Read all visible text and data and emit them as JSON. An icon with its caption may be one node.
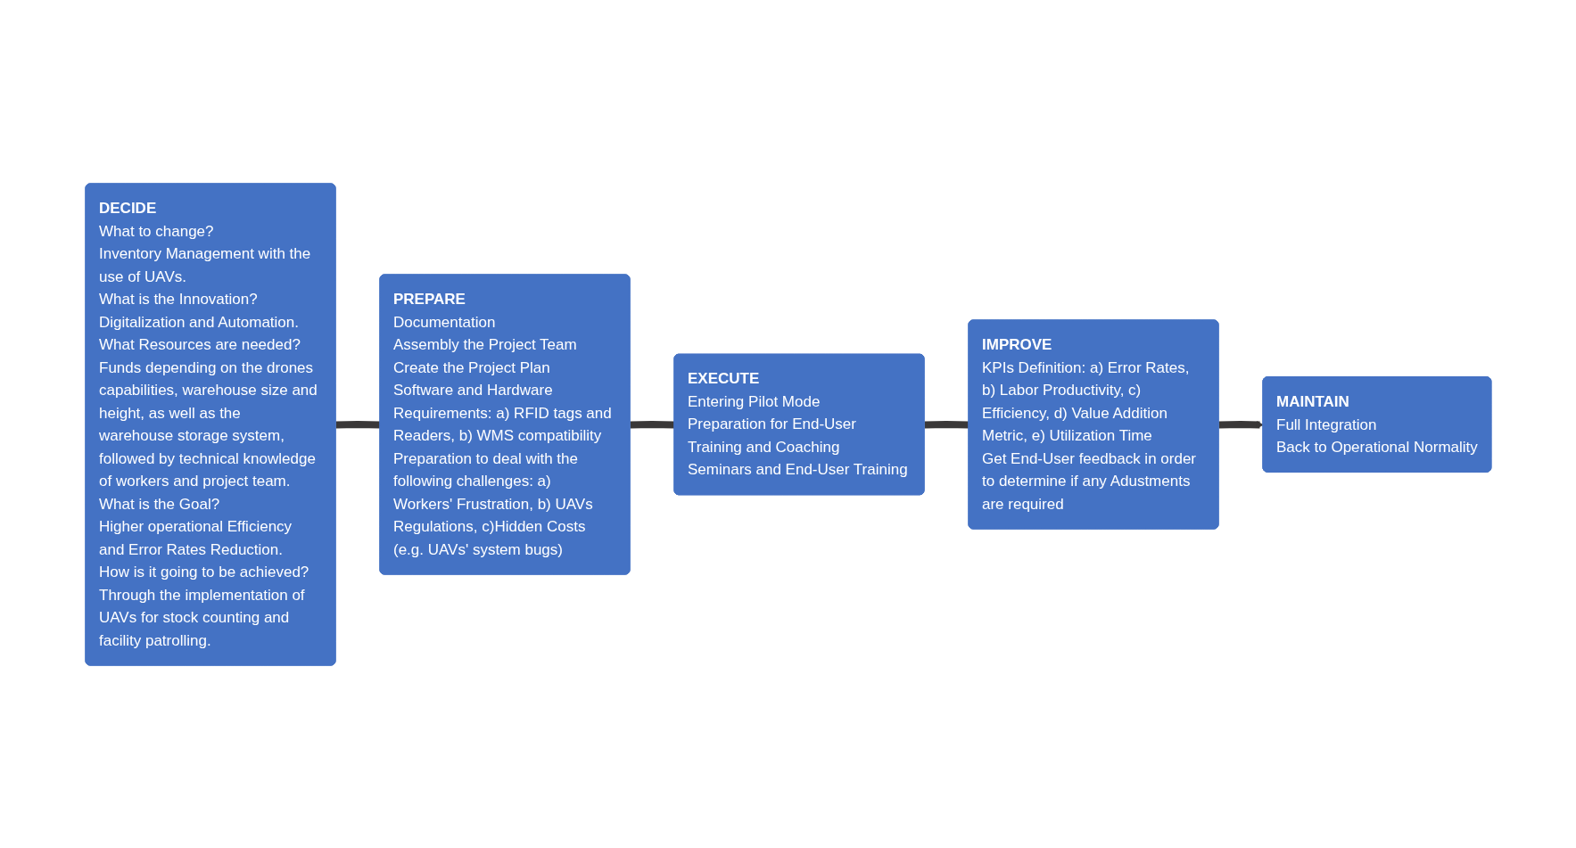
{
  "diagram": {
    "nodes": [
      {
        "text": [
          "DECIDE",
          "What to change?",
          "Inventory Management with the use of UAVs.",
          "What is the Innovation?",
          "Digitalization and Automation.",
          "What Resources are needed?",
          "Funds depending on the drones capabilities, warehouse size and height, as well as the warehouse storage system, followed by technical knowledge of workers and project team.",
          "What is the Goal?",
          "Higher operational Efficiency and Error Rates Reduction.",
          "How is it going to be achieved?",
          "Through the implementation of UAVs for stock counting and facility patrolling."
        ]
      },
      {
        "text": [
          "PREPARE",
          "Documentation",
          "Assembly the Project Team",
          "Create the Project Plan",
          "Software and Hardware Requirements: a) RFID tags and Readers, b) WMS compatibility",
          "Preparation to deal with the following challenges: a) Workers' Frustration, b) UAVs Regulations, c)Hidden Costs (e.g. UAVs' system bugs)"
        ]
      },
      {
        "text": [
          "EXECUTE",
          "Entering Pilot Mode",
          "Preparation for End-User Training and Coaching",
          "Seminars and End-User Training"
        ]
      },
      {
        "text": [
          "IMPROVE",
          "KPIs Definition: a) Error Rates, b) Labor Productivity, c) Efficiency, d) Value Addition Metric, e) Utilization Time",
          "Get End-User feedback in order to determine if any Adustments are required"
        ]
      },
      {
        "text": [
          "MAINTAIN",
          "Full Integration",
          "Back to  Operational Normality"
        ]
      }
    ],
    "edges": [
      {
        "from": 0,
        "to": 1,
        "arrow": "none"
      },
      {
        "from": 1,
        "to": 2,
        "arrow": "none"
      },
      {
        "from": 2,
        "to": 3,
        "arrow": "none"
      },
      {
        "from": 3,
        "to": 4,
        "arrow": "to"
      }
    ]
  }
}
